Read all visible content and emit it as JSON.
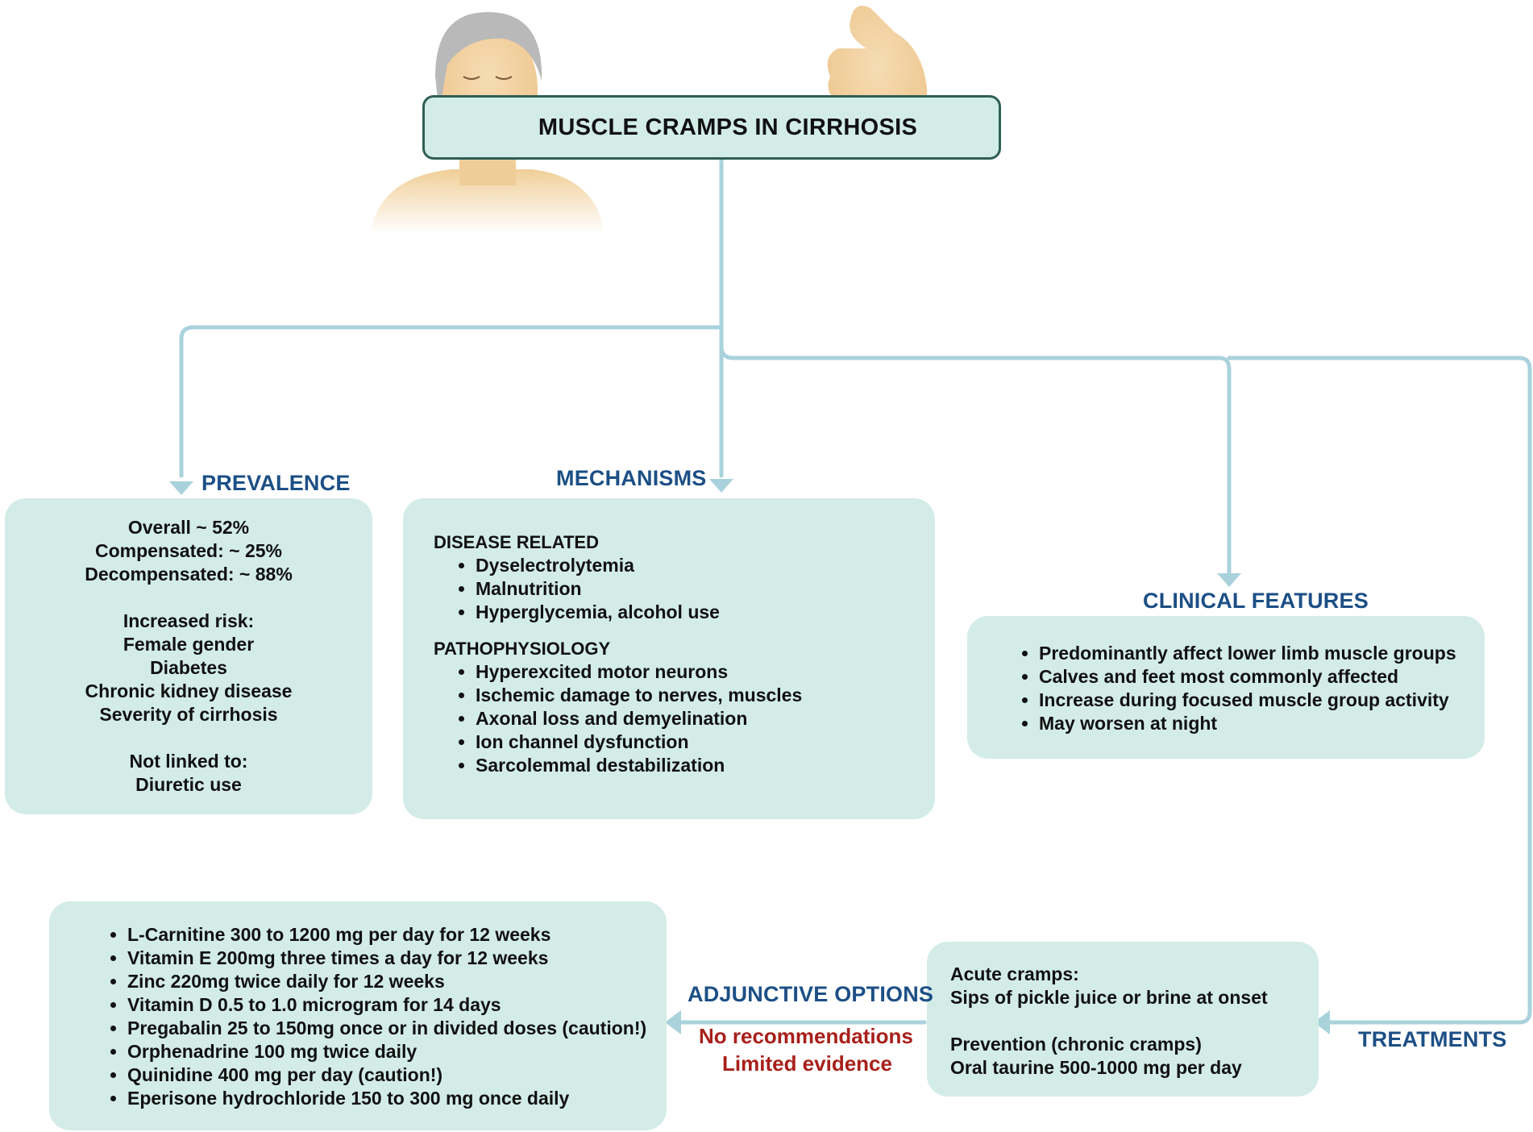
{
  "title": "MUSCLE CRAMPS IN CIRRHOSIS",
  "colors": {
    "box_fill": "#d3ece8",
    "heading_blue": "#1c4f85",
    "arrow": "#a9d2dc",
    "warning_red": "#a8201a"
  },
  "prevalence": {
    "heading": "PREVALENCE",
    "lines": [
      "Overall ~ 52%",
      "Compensated: ~ 25%",
      "Decompensated: ~ 88%",
      "",
      "Increased risk:",
      "Female gender",
      "Diabetes",
      "Chronic kidney disease",
      "Severity of cirrhosis",
      "",
      "Not linked to:",
      "Diuretic use"
    ]
  },
  "mechanisms": {
    "heading": "MECHANISMS",
    "disease_related": {
      "title": "DISEASE RELATED",
      "items": [
        "Dyselectrolytemia",
        "Malnutrition",
        "Hyperglycemia, alcohol use"
      ]
    },
    "pathophysiology": {
      "title": "PATHOPHYSIOLOGY",
      "items": [
        "Hyperexcited motor neurons",
        "Ischemic damage to nerves, muscles",
        "Axonal loss and demyelination",
        "Ion channel dysfunction",
        "Sarcolemmal destabilization"
      ]
    }
  },
  "clinical_features": {
    "heading": "CLINICAL FEATURES",
    "items": [
      "Predominantly affect lower limb muscle groups",
      "Calves and feet most commonly affected",
      "Increase during focused muscle group activity",
      "May worsen at night"
    ]
  },
  "treatments": {
    "heading": "TREATMENTS",
    "lines": [
      "Acute cramps:",
      "Sips of pickle juice or brine at onset",
      "",
      "Prevention (chronic cramps)",
      "Oral taurine 500-1000 mg per day"
    ]
  },
  "adjunctive": {
    "heading": "ADJUNCTIVE OPTIONS",
    "note_1": "No recommendations",
    "note_2": "Limited evidence",
    "items": [
      "L-Carnitine 300 to 1200 mg per day for 12 weeks",
      "Vitamin E 200mg three times a day for 12 weeks",
      "Zinc 220mg twice daily for 12 weeks",
      "Vitamin D 0.5 to 1.0 microgram for 14 days",
      "Pregabalin 25 to 150mg once or in divided doses (caution!)",
      "Orphenadrine 100 mg twice daily",
      "Quinidine 400 mg per day (caution!)",
      "Eperisone hydrochloride 150 to 300 mg once daily"
    ]
  }
}
